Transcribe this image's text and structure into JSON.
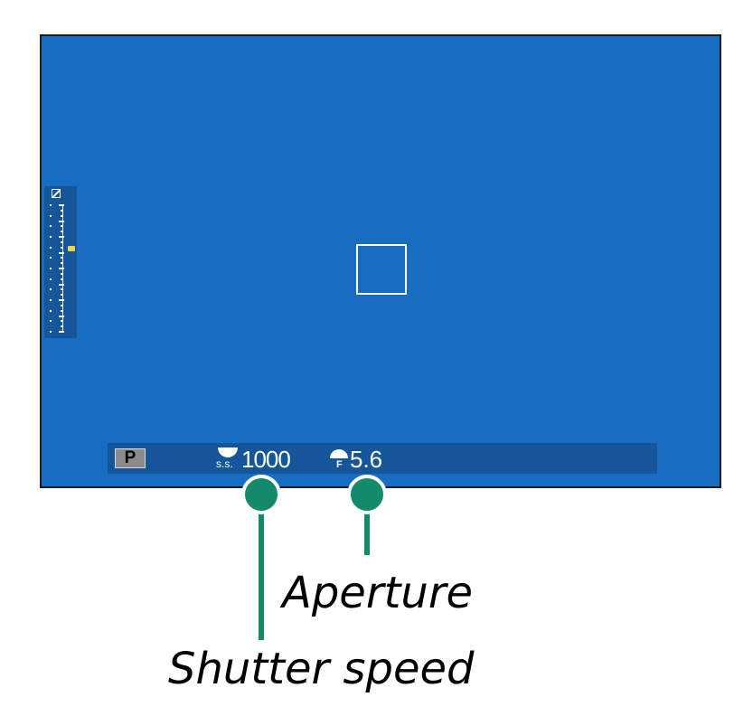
{
  "viewfinder": {
    "background_color": "#176dc1",
    "info_bar": {
      "mode": "P",
      "shutter_speed": {
        "icon": "shutter-speed-icon",
        "icon_text": "s.s.",
        "value": "1000"
      },
      "aperture": {
        "icon": "aperture-icon",
        "icon_text": "F",
        "value": "5.6"
      }
    },
    "exposure_compensation": {
      "icon": "exposure-compensation-icon",
      "marker_color": "#f2d44a"
    },
    "focus_frame": {
      "icon": "focus-frame"
    }
  },
  "callouts": {
    "color": "#138a6a",
    "aperture_label": "Aperture",
    "shutter_speed_label": "Shutter speed"
  }
}
